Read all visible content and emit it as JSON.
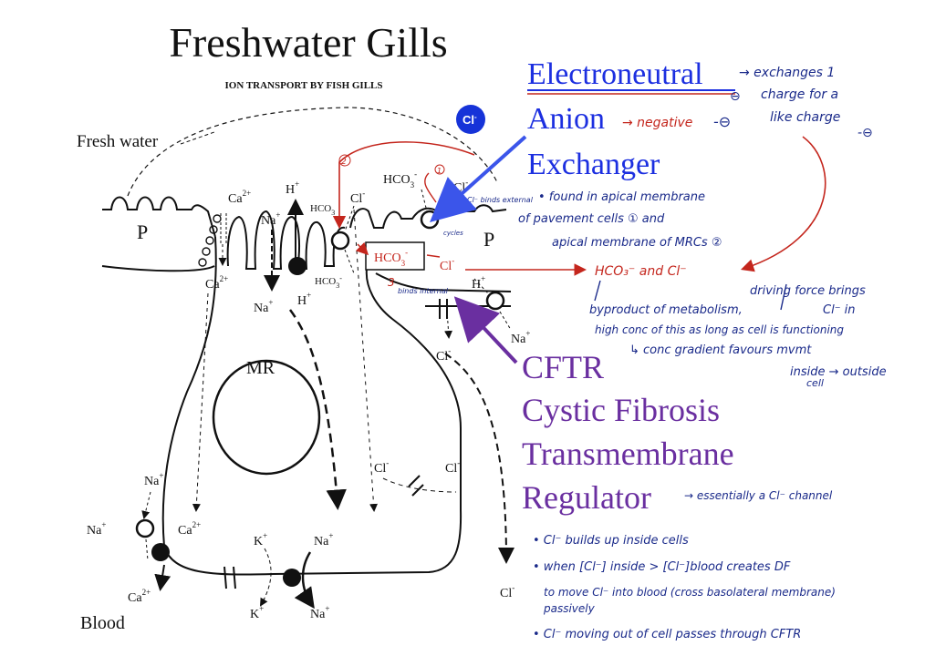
{
  "title": "Freshwater Gills",
  "subtitle": "ION TRANSPORT BY FISH GILLS",
  "diagram": {
    "fresh_water": "Fresh water",
    "blood": "Blood",
    "mr": "MR",
    "p": "P",
    "ca": "Ca",
    "na": "Na",
    "h": "H",
    "k": "K",
    "cl": "Cl",
    "hco3": "HCO",
    "sub3": "3",
    "plus": "+",
    "minus": "-",
    "twoplus": "2+",
    "cl_badge": "Cl",
    "hco3_box": "HCO",
    "cl_red": "Cl",
    "num1": "1",
    "num2": "2",
    "num3": "3",
    "cl_binds_external": "Cl⁻ binds external",
    "binds_internal": "binds internal",
    "cycles": "cycles"
  },
  "notes": {
    "electroneutral": "Electroneutral",
    "anion": "Anion",
    "exchanger": "Exchanger",
    "negative": "→ negative",
    "exchanges_1": "→ exchanges 1",
    "charge_for_a": "charge for a",
    "like_charge": "like charge",
    "found_1": "• found in apical membrane",
    "found_2": "of pavement cells ① and",
    "found_3": "apical membrane of MRCs ②",
    "hco3_and_cl": "HCO₃⁻ and Cl⁻",
    "driving_force": "driving force brings",
    "cl_in": "Cl⁻ in",
    "byproduct": "byproduct of metabolism,",
    "high_conc": "high conc of this as long as cell is functioning",
    "conc_gradient": "↳ conc gradient favours mvmt",
    "inside_outside": "inside → outside",
    "cell": "cell",
    "cftr": "CFTR",
    "cystic": "Cystic Fibrosis",
    "transmembrane": "Transmembrane",
    "regulator": "Regulator",
    "channel": "→ essentially a Cl⁻ channel",
    "b1": "• Cl⁻ builds up inside cells",
    "b2": "• when [Cl⁻] inside > [Cl⁻]blood creates DF",
    "b3": "to move Cl⁻ into blood (cross basolateral membrane)",
    "b4": "passively",
    "b5": "• Cl⁻ moving out of cell passes through CFTR"
  },
  "colors": {
    "blue": "#1c2fe0",
    "purple": "#6a2fa0",
    "red": "#c4261d",
    "ink": "#1a2a8a",
    "badge": "#1633d8"
  }
}
